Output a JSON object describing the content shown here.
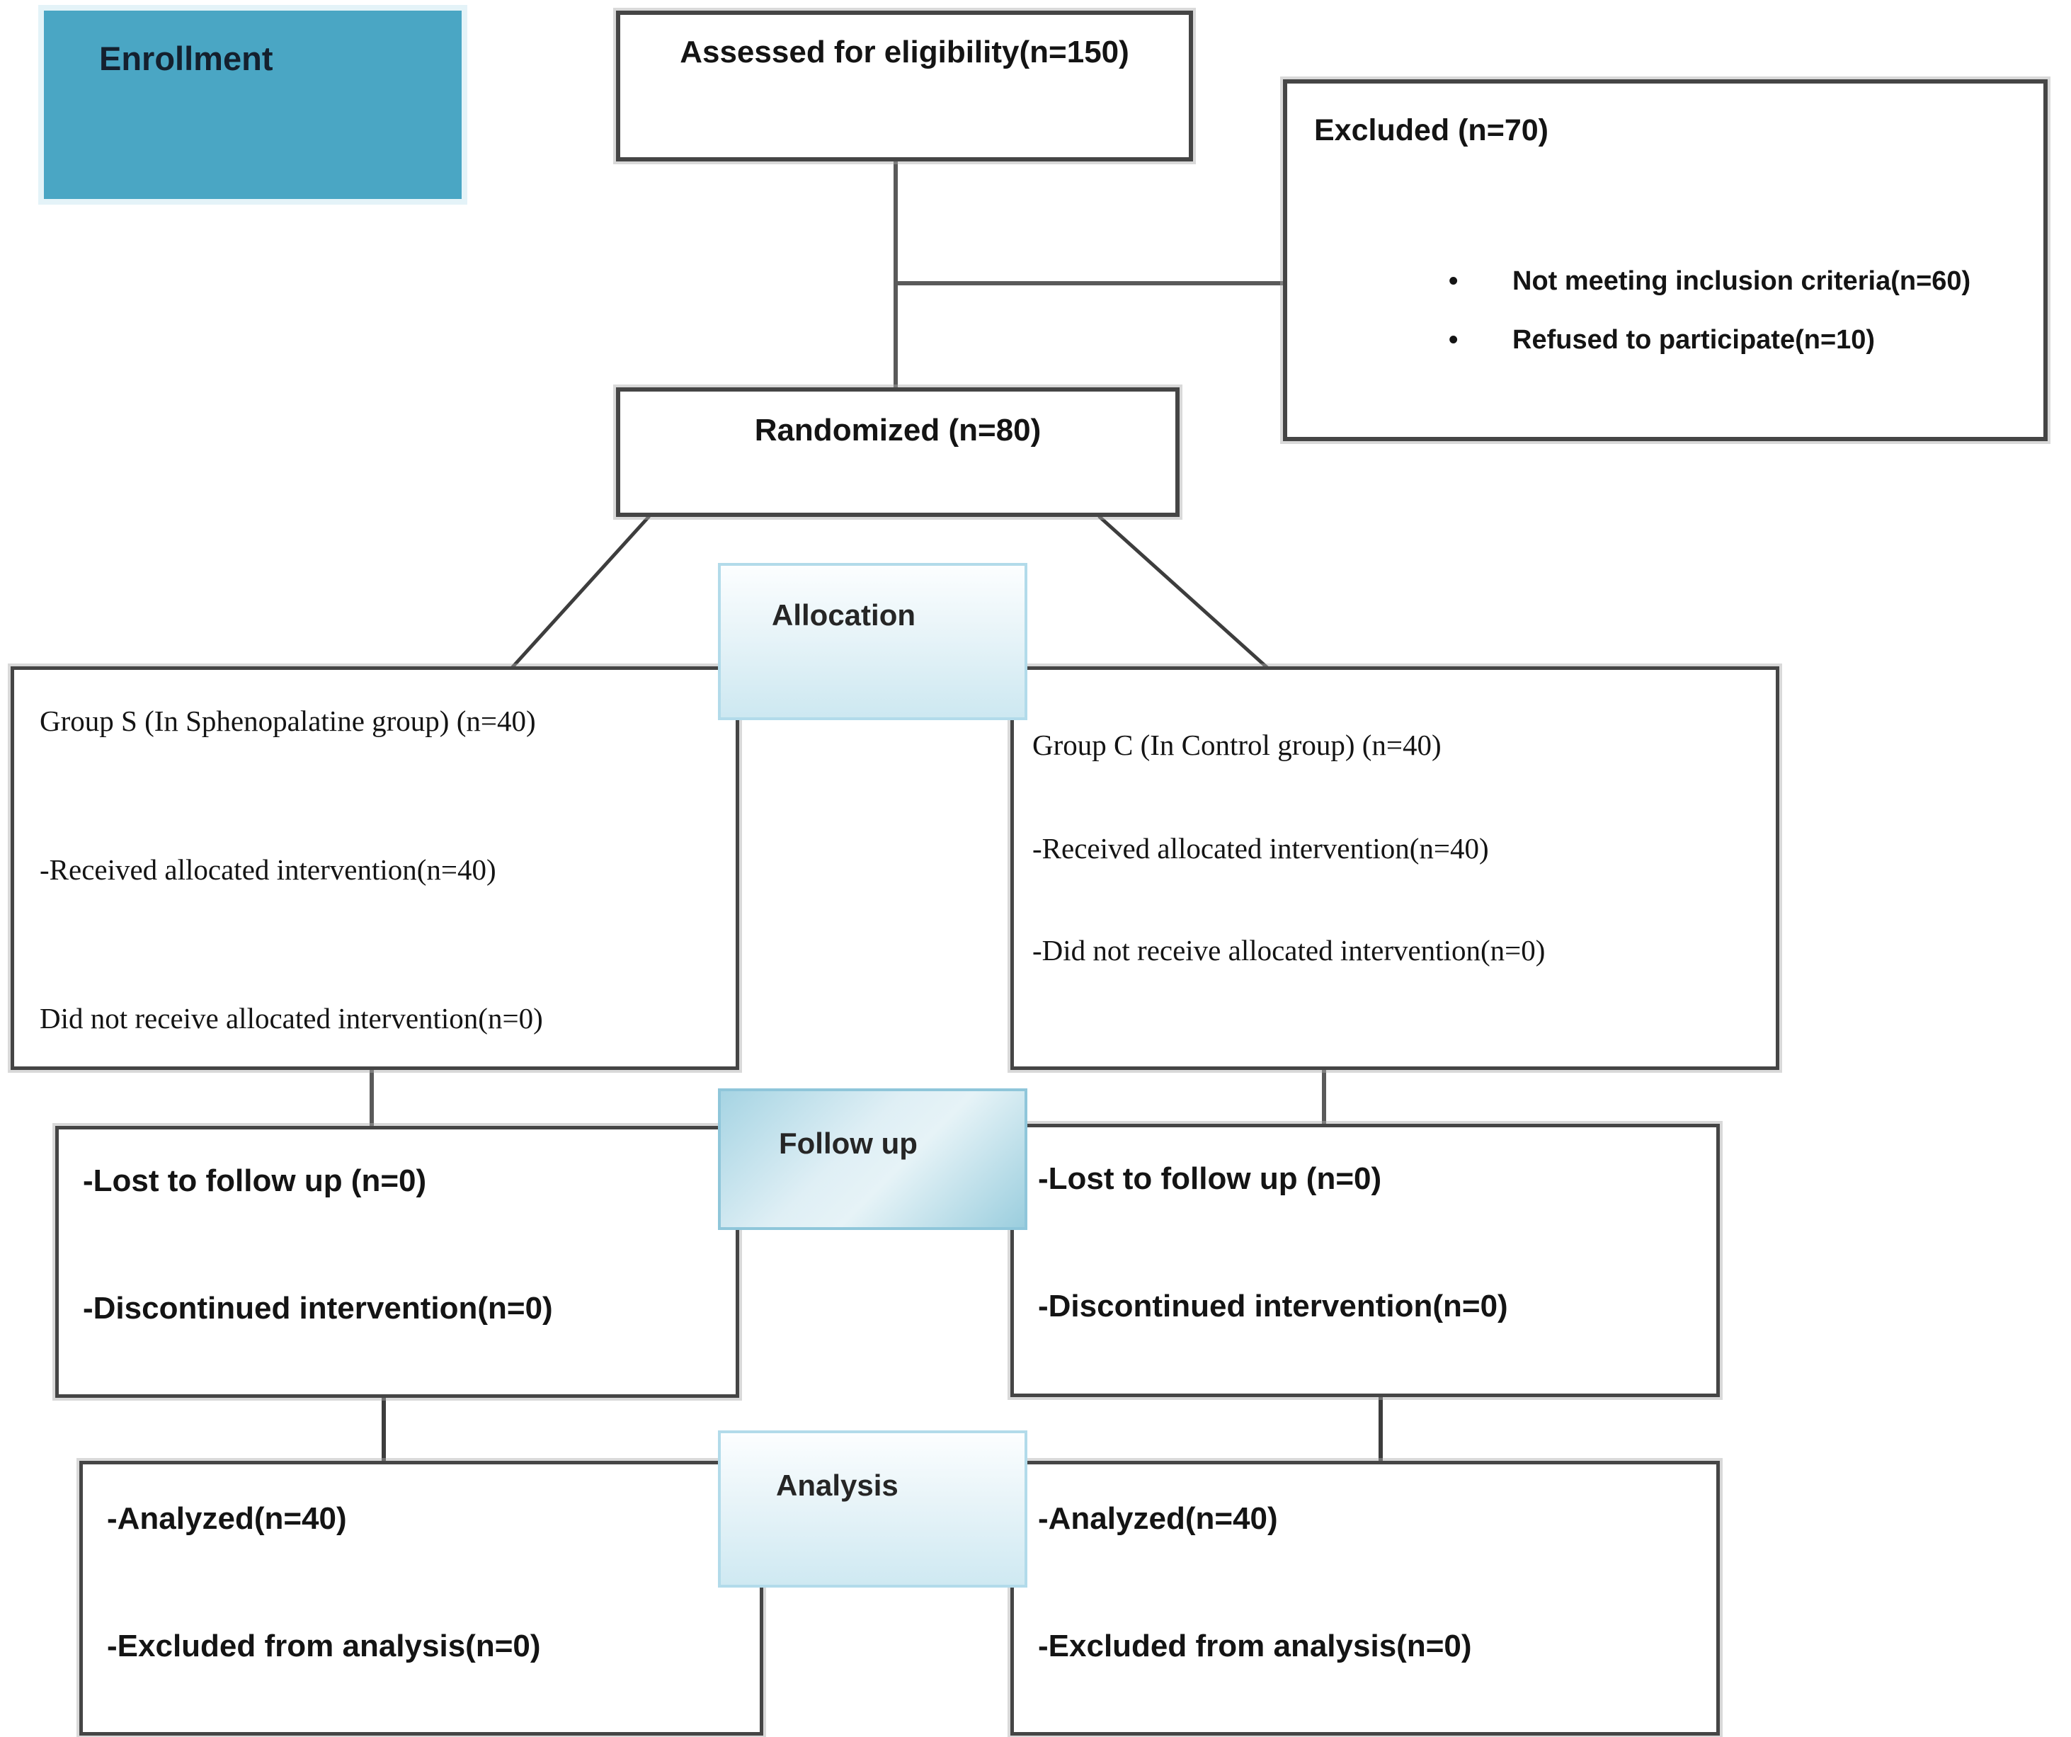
{
  "diagram": {
    "type": "consort-flow",
    "stages": {
      "enrollment": {
        "label": "Enrollment"
      },
      "allocation": {
        "label": "Allocation"
      },
      "follow_up": {
        "label": "Follow up"
      },
      "analysis": {
        "label": "Analysis"
      }
    },
    "boxes": {
      "assessed": {
        "text": "Assessed for eligibility(n=150)"
      },
      "excluded": {
        "title": "Excluded (n=70)",
        "items": [
          "Not meeting inclusion criteria(n=60)",
          "Refused to participate(n=10)"
        ]
      },
      "randomized": {
        "text": "Randomized (n=80)"
      },
      "group_s": {
        "lines": [
          "Group S (In Sphenopalatine group) (n=40)",
          "-Received allocated intervention(n=40)",
          "Did not receive allocated intervention(n=0)"
        ]
      },
      "group_c": {
        "lines": [
          "Group C (In Control group) (n=40)",
          "-Received allocated intervention(n=40)",
          "-Did not receive allocated intervention(n=0)"
        ]
      },
      "followup_left": {
        "lines": [
          "-Lost to follow up (n=0)",
          "-Discontinued intervention(n=0)"
        ]
      },
      "followup_right": {
        "lines": [
          "-Lost to follow up (n=0)",
          "-Discontinued intervention(n=0)"
        ]
      },
      "analysis_left": {
        "lines": [
          "-Analyzed(n=40)",
          "-Excluded from analysis(n=0)"
        ]
      },
      "analysis_right": {
        "lines": [
          "-Analyzed(n=40)",
          "-Excluded from analysis(n=0)"
        ]
      }
    },
    "colors": {
      "enrollment_fill": "#4aa6c4",
      "stage_fill_light": "#cde8f1",
      "stage_border": "#b2dbea",
      "box_border": "#454545",
      "connector": "#5a5a5a"
    }
  }
}
